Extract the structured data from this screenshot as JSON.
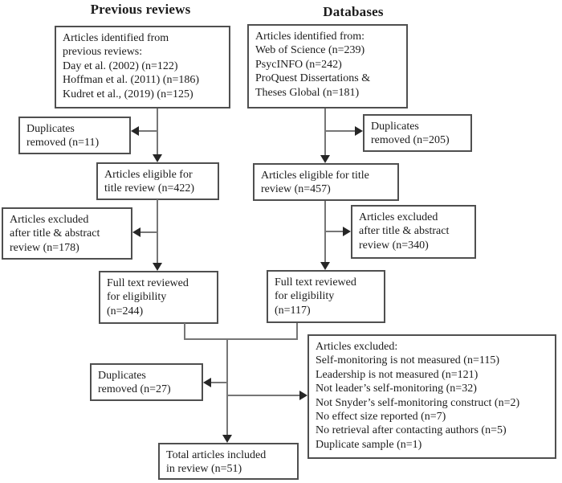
{
  "figure": {
    "column_headers": {
      "previous_reviews": "Previous reviews",
      "databases": "Databases"
    },
    "boxes": {
      "previous_reviews_identified": "Articles identified from\nprevious reviews:\nDay et al. (2002) (n=122)\nHoffman et al. (2011) (n=186)\nKudret et al., (2019) (n=125)",
      "databases_identified": "Articles identified from:\nWeb of Science (n=239)\nPsycINFO (n=242)\nProQuest Dissertations &\nTheses Global (n=181)",
      "duplicates_removed_left": "Duplicates\nremoved (n=11)",
      "duplicates_removed_right": "Duplicates\nremoved (n=205)",
      "title_review_left": "Articles eligible for\ntitle review (n=422)",
      "title_review_right": "Articles eligible for title\nreview (n=457)",
      "title_abstract_excluded_left": "Articles excluded\nafter title & abstract\nreview (n=178)",
      "title_abstract_excluded_right": "Articles excluded\nafter title & abstract\nreview (n=340)",
      "full_text_left": "Full text reviewed\nfor eligibility\n(n=244)",
      "full_text_right": "Full text reviewed\nfor eligibility\n(n=117)",
      "duplicates_removed_merged": "Duplicates\nremoved (n=27)",
      "articles_excluded_final": "Articles excluded:\nSelf-monitoring is not measured (n=115)\nLeadership is not measured (n=121)\nNot leader’s self-monitoring (n=32)\nNot Snyder’s self-monitoring construct (n=2)\nNo effect size reported (n=7)\nNo retrieval after contacting authors (n=5)\nDuplicate sample (n=1)",
      "total_included": "Total articles included\nin review (n=51)"
    },
    "colors": {
      "box_border": "#4f4f4f",
      "connector_line": "#767676",
      "arrowhead": "#262626",
      "text": "#1b1b1b",
      "background": "#ffffff"
    }
  }
}
